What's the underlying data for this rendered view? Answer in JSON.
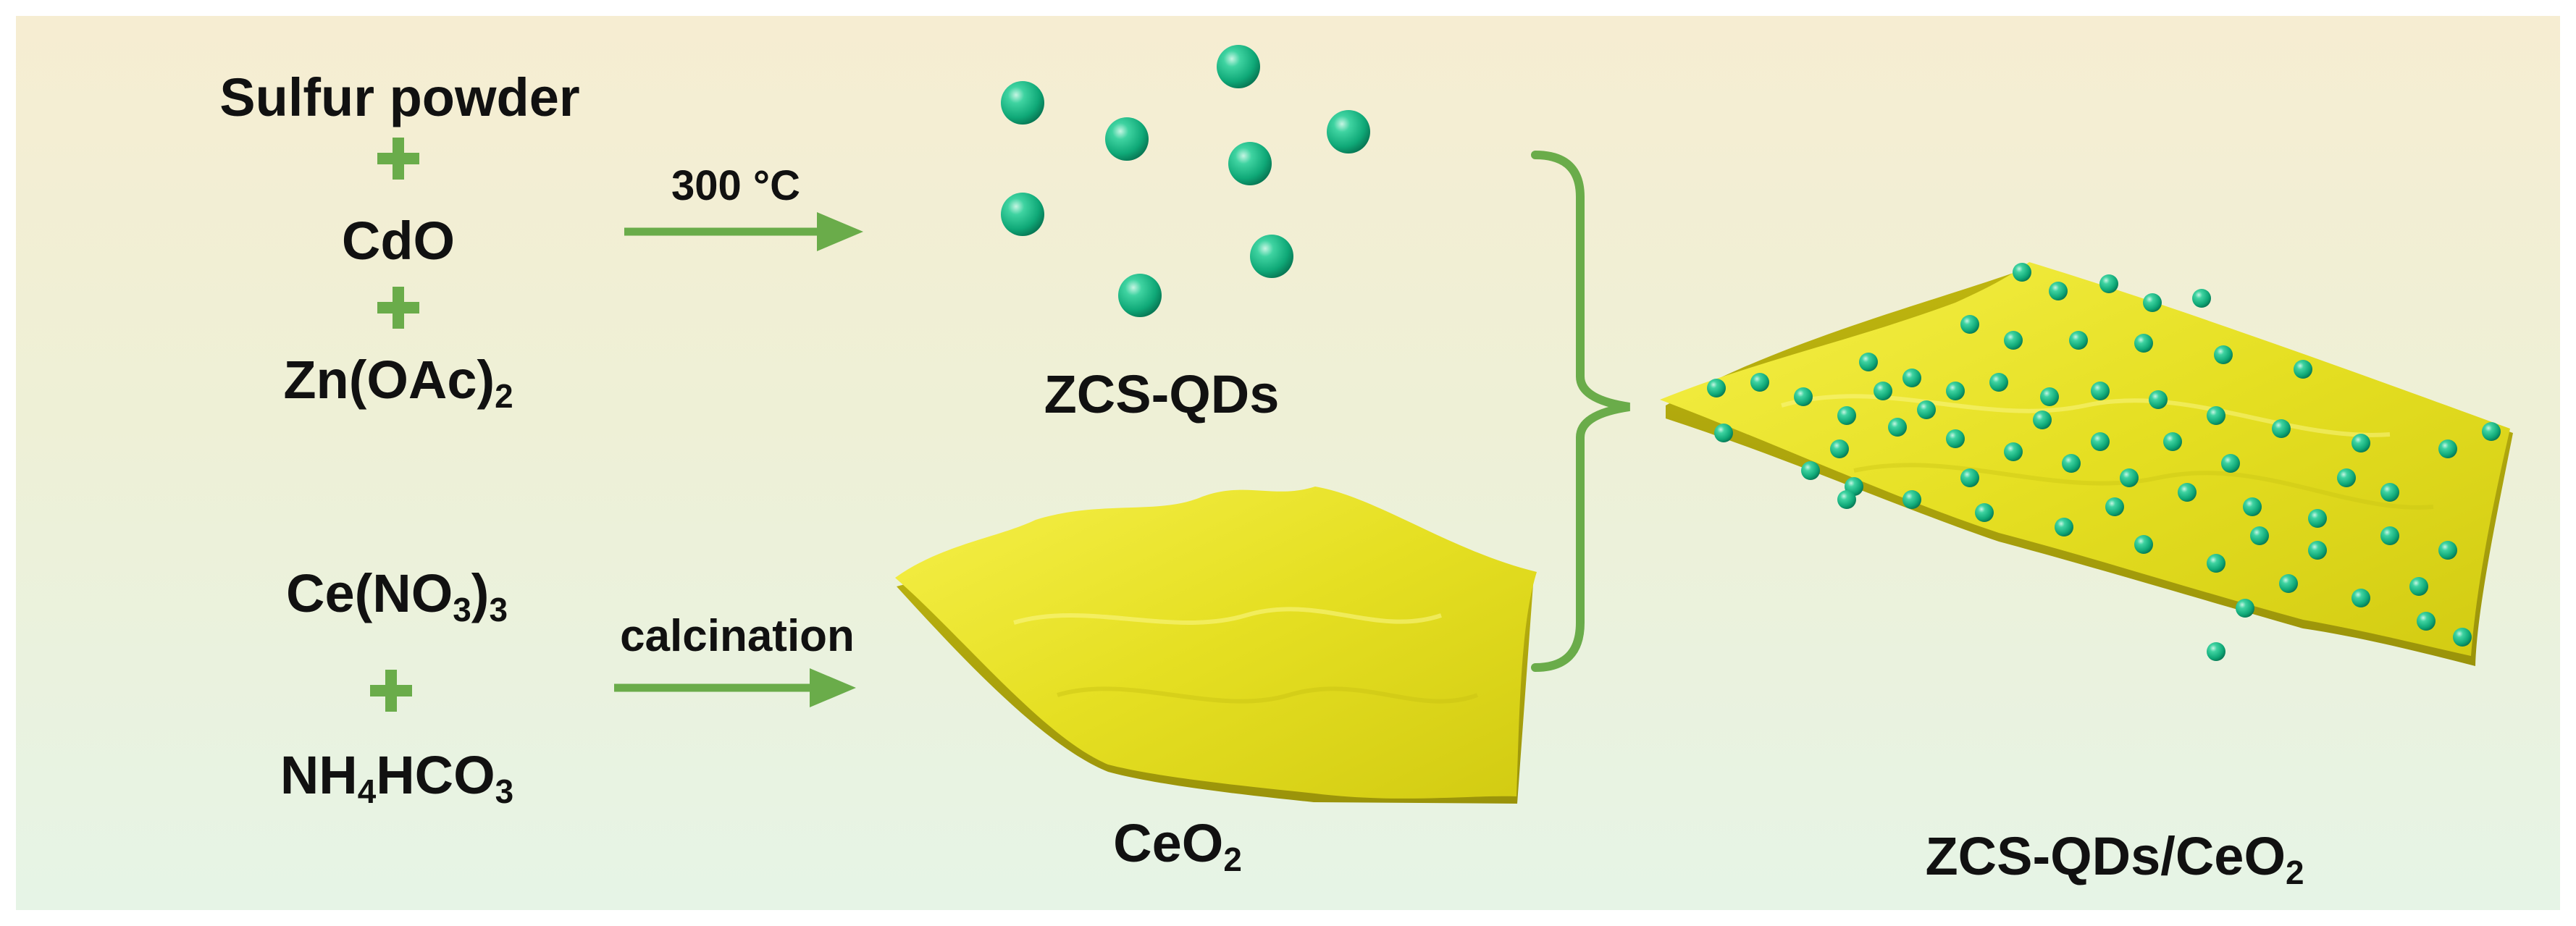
{
  "reactants_top": {
    "line1": "Sulfur powder",
    "line2": "CdO",
    "line3_main": "Zn(OAc)",
    "line3_sub": "2"
  },
  "reactants_bottom": {
    "line1_a": "Ce(NO",
    "line1_sub": "3",
    "line1_b": ")",
    "line1_sub2": "3",
    "line2_a": "NH",
    "line2_sub": "4",
    "line2_b": "HCO",
    "line2_sub2": "3"
  },
  "arrows": {
    "top_condition": "300 °C",
    "bottom_condition": "calcination"
  },
  "products": {
    "qds": "ZCS-QDs",
    "ceo2_main": "CeO",
    "ceo2_sub": "2",
    "composite_main": "ZCS-QDs/CeO",
    "composite_sub": "2"
  },
  "colors": {
    "accent_green": "#6aac4a",
    "sphere": "#17b585",
    "sheet": "#e8e22a"
  }
}
